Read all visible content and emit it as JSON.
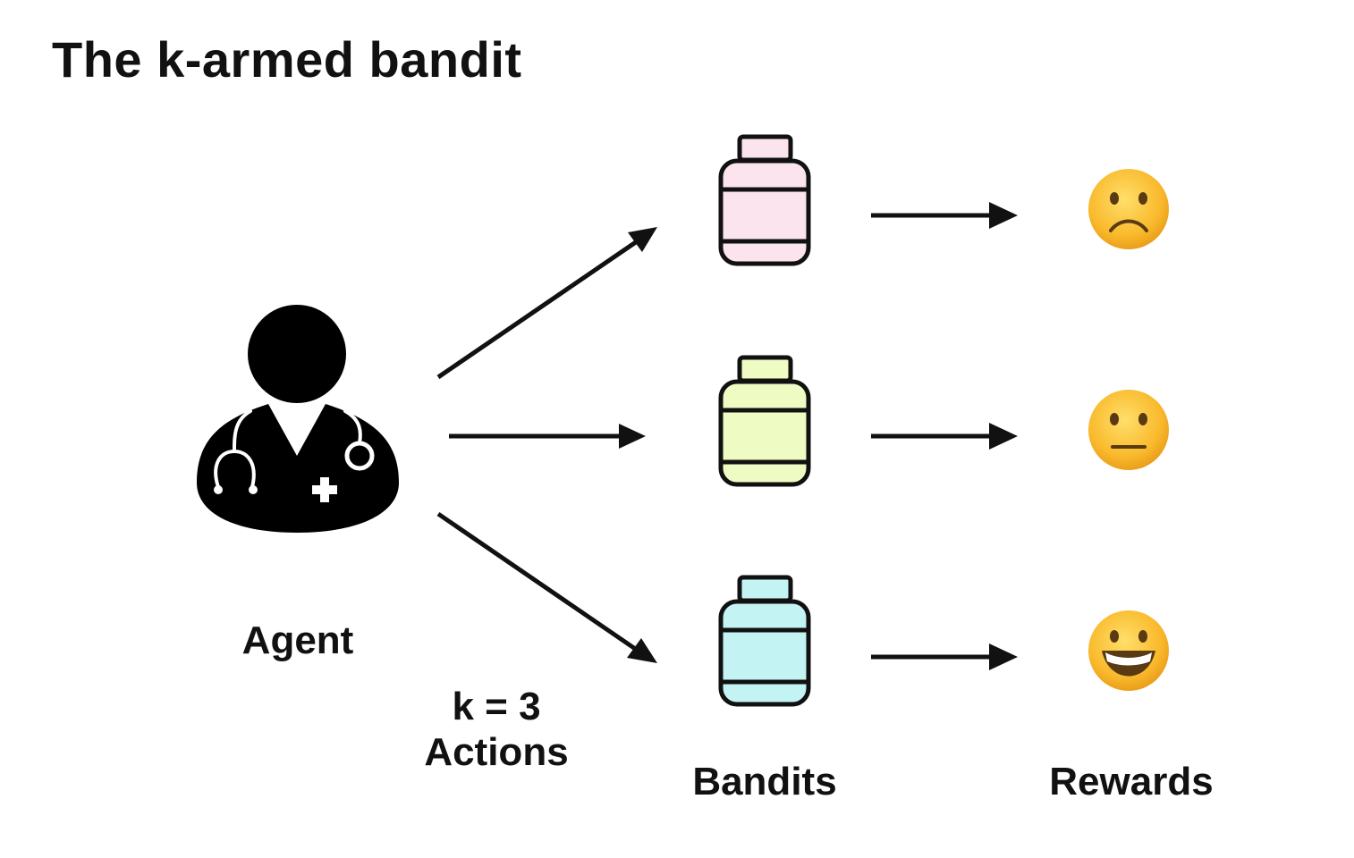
{
  "title": "The k-armed bandit",
  "agent": {
    "label": "Agent",
    "icon": "doctor-icon"
  },
  "actions": {
    "k_label": "k = 3",
    "label": "Actions"
  },
  "bandits": {
    "label": "Bandits",
    "items": [
      {
        "icon": "bottle-icon",
        "color": "#fbe4ee"
      },
      {
        "icon": "bottle-icon",
        "color": "#eefbc2"
      },
      {
        "icon": "bottle-icon",
        "color": "#c4f3f4"
      }
    ]
  },
  "rewards": {
    "label": "Rewards",
    "items": [
      {
        "icon": "frowning-face-icon"
      },
      {
        "icon": "neutral-face-icon"
      },
      {
        "icon": "grinning-face-icon"
      }
    ]
  },
  "colors": {
    "stroke": "#111111",
    "emoji_face": "#f7b52c"
  }
}
